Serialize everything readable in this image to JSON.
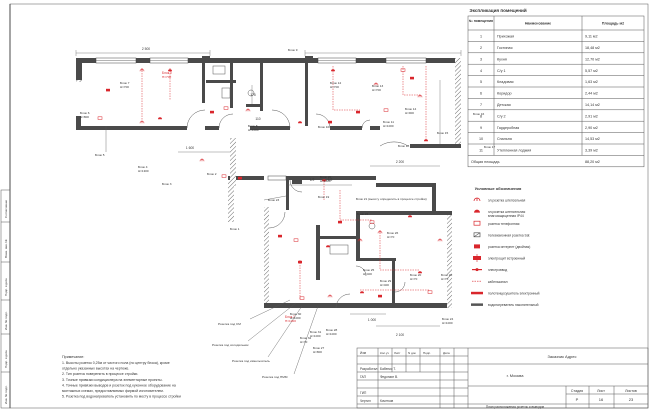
{
  "binding_strip": [
    "Согласовано",
    "Взам. инв. №",
    "Подп. и дата",
    "Инв. № подл.",
    "Подп. и дата",
    "Инв. № подл."
  ],
  "schedule": {
    "title": "Экспликация помещений",
    "headers": [
      "№ помещения",
      "Наименование",
      "Площадь м2"
    ],
    "rows": [
      [
        "1",
        "Прихожая",
        "9,11 м2"
      ],
      [
        "2",
        "Гостиная",
        "18,48 м2"
      ],
      [
        "3",
        "Кухня",
        "12,70 м2"
      ],
      [
        "4",
        "С/у 1",
        "5,57 м2"
      ],
      [
        "5",
        "Кладовая",
        "1,63 м2"
      ],
      [
        "6",
        "Коридор",
        "2,44 м2"
      ],
      [
        "7",
        "Детская",
        "14,14 м2"
      ],
      [
        "8",
        "С/у 2",
        "2,91 м2"
      ],
      [
        "9",
        "Гардеробная",
        "2,90 м2"
      ],
      [
        "10",
        "Спальня",
        "14,53 м2"
      ],
      [
        "11",
        "Утепленная лоджия",
        "3,39 м2"
      ]
    ],
    "total_label": "Общая площадь",
    "total_value": "88,20 м2"
  },
  "legend": {
    "title": "Условные обозначения",
    "items": [
      {
        "symbol": "socket",
        "text": "эл.розетка штепсельная"
      },
      {
        "symbol": "socket-ip",
        "text": "эл.розетка штепсельная влагозащищенная IP44"
      },
      {
        "symbol": "phone",
        "text": "розетка телефонная"
      },
      {
        "symbol": "tv",
        "text": "телевизионная розетка Sat"
      },
      {
        "symbol": "net",
        "text": "розетка интернет (двойная)"
      },
      {
        "symbol": "flush",
        "text": "электрощит встроенный"
      },
      {
        "symbol": "motor",
        "text": "электроввод"
      },
      {
        "symbol": "cable",
        "text": "кабельканал"
      },
      {
        "symbol": "heat-el",
        "text": "полотенцесушитель электронный"
      },
      {
        "symbol": "radiator",
        "text": "водонагреватель накопительный"
      }
    ]
  },
  "notes": {
    "title": "Примечание:",
    "lines": [
      "1. Высоты розеток 0,25м от чистого пола (по центру блока), кроме",
      "отдельно указанных высотах на чертеже.",
      "2. Тип розеток поверенить в процессе стройки.",
      "3. Точные привязки кондиционера на элементарные проекты.",
      "4. Точные привязки выводов и розеток под кухонное оборудование на",
      "монтажных схемах, предоставляемых фирмой изготовителем.",
      "5. Розетка под водонагреватель установить по месту в процессе стройки"
    ]
  },
  "title_block": {
    "row_labels": [
      "Изм",
      "Разработал",
      "ГАП",
      "ГИП",
      "Чертил"
    ],
    "col_labels": [
      "Кол.уч",
      "Лист",
      "N док",
      "Подп.",
      "Дата"
    ],
    "names": [
      "Бабенко Т.",
      "Федоткин В.",
      "Кочетков"
    ],
    "customer": "Заказчик Адрес",
    "location": "г. Москва",
    "stage_header": "Стадия",
    "sheet_header": "Лист",
    "sheets_header": "Листов",
    "stage": "Р",
    "sheet": "16",
    "sheets": "23",
    "subject": "План расположения розеток и выводов"
  },
  "block_labels": [
    {
      "text": "Блок 1",
      "sub": ""
    },
    {
      "text": "Блок 2",
      "sub": ""
    },
    {
      "text": "Блок 3",
      "sub": ""
    },
    {
      "text": "Блок 4",
      "sub": "H=1300"
    },
    {
      "text": "Блок 5",
      "sub": ""
    },
    {
      "text": "Блок 6",
      "sub": "H=800"
    },
    {
      "text": "Блок 7",
      "sub": "H=700"
    },
    {
      "text": "Блок 8",
      "sub": "H=1000"
    },
    {
      "text": "Блок 9",
      "sub": ""
    },
    {
      "text": "Блок 10",
      "sub": ""
    },
    {
      "text": "Блок 11",
      "sub": "H=1000"
    },
    {
      "text": "Блок 12",
      "sub": "H=700"
    },
    {
      "text": "Блок 13",
      "sub": "H=700"
    },
    {
      "text": "Блок 14",
      "sub": "H=900"
    },
    {
      "text": "Блок 15",
      "sub": ""
    },
    {
      "text": "Блок 16",
      "sub": ""
    },
    {
      "text": "Блок 17",
      "sub": ""
    },
    {
      "text": "Блок 18",
      "sub": ""
    },
    {
      "text": "Блок 19",
      "sub": ""
    },
    {
      "text": "Блок 20",
      "sub": "H=70"
    },
    {
      "text": "Блок 20",
      "sub": "H=70"
    },
    {
      "text": "Блок 20",
      "sub": "H=1800"
    },
    {
      "text": "Блок 21 (высоту определить в процессе стройки)",
      "sub": ""
    },
    {
      "text": "Блок 22",
      "sub": ""
    },
    {
      "text": "Блок 23",
      "sub": ""
    },
    {
      "text": "Блок 24",
      "sub": "H=1000"
    },
    {
      "text": "Блок 25",
      "sub": "H=400"
    },
    {
      "text": "Блок 26",
      "sub": "H=70"
    },
    {
      "text": "Блок 27",
      "sub": "H=800"
    },
    {
      "text": "Блок 28",
      "sub": "H=1000"
    },
    {
      "text": "Блок 29",
      "sub": "H=400"
    },
    {
      "text": "Блок 30",
      "sub": "H=1000"
    },
    {
      "text": "Блок 31",
      "sub": "H=1000"
    },
    {
      "text": "Блок 32",
      "sub": "H=70"
    },
    {
      "text": "Розетка под СМ",
      "sub": ""
    },
    {
      "text": "Розетка под холодильник",
      "sub": ""
    },
    {
      "text": "Розетка под измельчитель",
      "sub": ""
    },
    {
      "text": "Розетка под ПММ",
      "sub": ""
    }
  ],
  "red_labels": [
    {
      "text": "Блок 0",
      "sub": "H=700"
    },
    {
      "text": "Блок 7",
      "sub": "H=1000"
    }
  ],
  "dimensions": [
    "2 500",
    "1 600",
    "2 200",
    "1 000",
    "2 100",
    "1/2",
    "1/2",
    "175",
    "110"
  ],
  "colors": {
    "accent": "#d9262c",
    "wall": "#4a4a4a",
    "line": "#555555"
  }
}
